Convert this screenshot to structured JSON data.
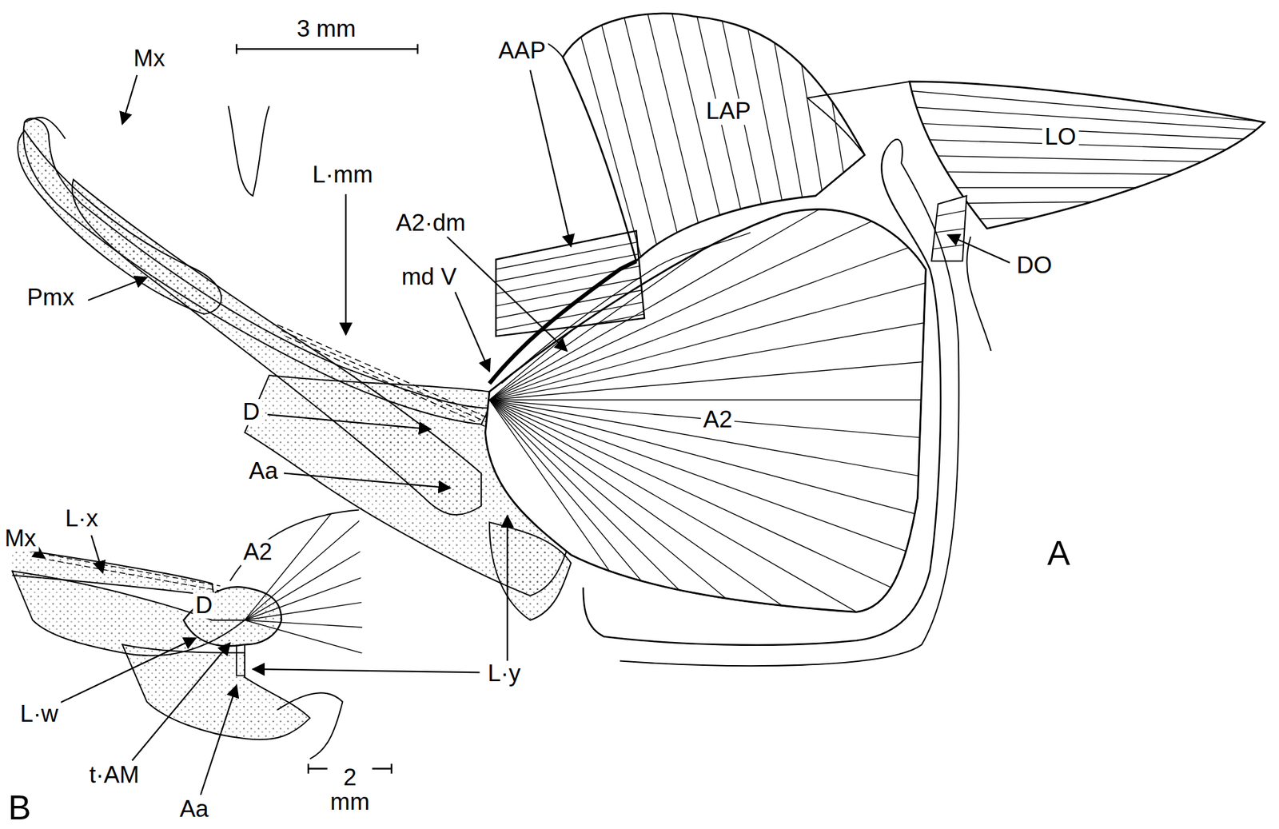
{
  "diagram": {
    "labels": [
      "3 mm",
      "Mx",
      "L·mm",
      "AAP",
      "LAP",
      "LO",
      "A2·dm",
      "md V",
      "Pmx",
      "DO",
      "D",
      "A2",
      "Aa",
      "A",
      "Mx",
      "L·x",
      "A2",
      "D",
      "L·y",
      "L·w",
      "t·AM",
      "2 mm",
      "Aa",
      "B"
    ]
  }
}
